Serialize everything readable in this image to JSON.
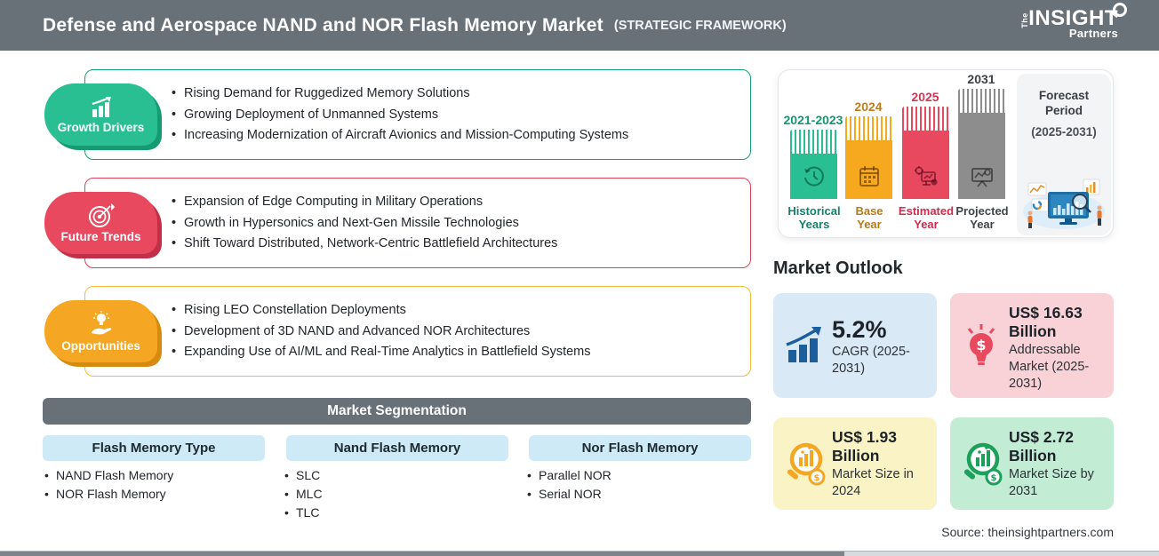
{
  "header": {
    "title": "Defense and Aerospace NAND and NOR Flash Memory Market",
    "subtitle": "(STRATEGIC FRAMEWORK)",
    "logo": {
      "the": "The",
      "insight": "INSIGHT",
      "partners": "Partners"
    }
  },
  "sections": [
    {
      "label": "Growth Drivers",
      "icon": "growth-chart-icon",
      "accent_color": "#2ABF92",
      "border_color": "#12A077",
      "bullets": [
        "Rising Demand for Ruggedized Memory Solutions",
        "Growing Deployment of Unmanned Systems",
        "Increasing Modernization of Aircraft Avionics and Mission-Computing Systems"
      ]
    },
    {
      "label": "Future Trends",
      "icon": "target-dart-icon",
      "accent_color": "#E8495F",
      "border_color": "#DF3E57",
      "bullets": [
        "Expansion of Edge Computing in Military Operations",
        "Growth in Hypersonics and Next-Gen Missile Technologies",
        "Shift Toward Distributed, Network-Centric Battlefield Architectures"
      ]
    },
    {
      "label": "Opportunities",
      "icon": "bulb-hand-icon",
      "accent_color": "#F5A623",
      "border_color": "#F0BD33",
      "bullets": [
        "Rising LEO Constellation Deployments",
        "Development of 3D NAND and Advanced NOR Architectures",
        "Expanding Use of AI/ML and Real-Time Analytics in Battlefield Systems"
      ]
    }
  ],
  "segmentation": {
    "title": "Market Segmentation",
    "columns": [
      {
        "header": "Flash Memory Type",
        "items": [
          "NAND Flash Memory",
          "NOR Flash Memory"
        ]
      },
      {
        "header": "Nand Flash Memory",
        "items": [
          "SLC",
          "MLC",
          "TLC"
        ]
      },
      {
        "header": "Nor Flash Memory",
        "items": [
          "Parallel NOR",
          "Serial NOR"
        ]
      }
    ]
  },
  "timeline": {
    "bars": [
      {
        "year": "2021-2023",
        "label_line1": "Historical",
        "label_line2": "Years",
        "color": "#2ABF92",
        "icon": "history-clock-icon"
      },
      {
        "year": "2024",
        "label_line1": "Base",
        "label_line2": "Year",
        "color": "#F6A81F",
        "icon": "calendar-icon"
      },
      {
        "year": "2025",
        "label_line1": "Estimated",
        "label_line2": "Year",
        "color": "#E8495F",
        "icon": "estimation-gear-monitor-icon"
      },
      {
        "year": "2031",
        "label_line1": "Projected",
        "label_line2": "Year",
        "color": "#8D8D8D",
        "icon": "projection-screen-icon"
      }
    ],
    "forecast_period": {
      "line1": "Forecast",
      "line2": "Period",
      "range": "(2025-2031)"
    }
  },
  "market_outlook": {
    "title": "Market Outlook",
    "cards": [
      {
        "value": "5.2%",
        "description": "CAGR (2025-2031)",
        "bg_color": "#D9E9F5",
        "icon": "growth-arrow-chart-icon"
      },
      {
        "value": "US$ 16.63 Billion",
        "description": "Addressable Market (2025-2031)",
        "bg_color": "#F8D2D7",
        "icon": "dollar-bulb-icon"
      },
      {
        "value": "US$ 1.93 Billion",
        "description": "Market Size in 2024",
        "bg_color": "#FAF3C5",
        "icon": "magnifier-chart-orange-icon"
      },
      {
        "value": "US$ 2.72 Billion",
        "description": "Market Size by 2031",
        "bg_color": "#C3ECD5",
        "icon": "magnifier-chart-green-icon"
      }
    ]
  },
  "source": "Source: theinsightpartners.com"
}
